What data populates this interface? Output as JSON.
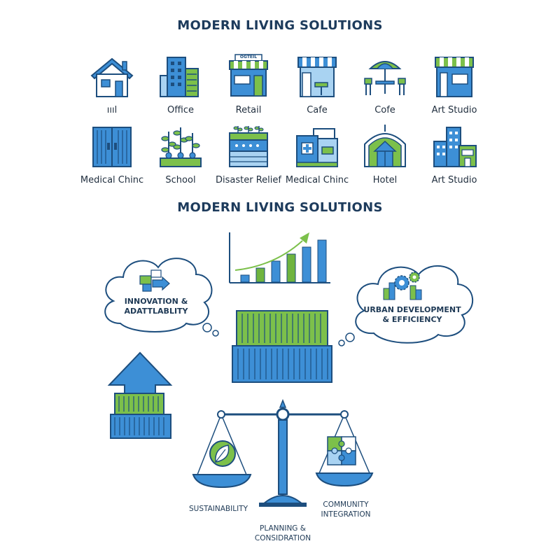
{
  "top_title": "MODERN LIVING SOLUTIONS",
  "bottom_title": "MODERN LIVING SOLUTIONS",
  "row1": [
    {
      "label": "ıııl",
      "icon": "house-icon"
    },
    {
      "label": "Office",
      "icon": "office-building-icon"
    },
    {
      "label": "Retail",
      "icon": "retail-store-icon",
      "sign": "OGTEIL"
    },
    {
      "label": "Cafe",
      "icon": "cafe-storefront-icon"
    },
    {
      "label": "Cofe",
      "icon": "patio-umbrella-icon"
    },
    {
      "label": "Art Studio",
      "icon": "art-studio-icon"
    }
  ],
  "row2": [
    {
      "label": "Medical Chinc",
      "icon": "container-icon"
    },
    {
      "label": "School",
      "icon": "plants-icon"
    },
    {
      "label": "Disaster Relief",
      "icon": "garden-container-icon"
    },
    {
      "label": "Medical Chinc",
      "icon": "clinic-icon"
    },
    {
      "label": "Hotel",
      "icon": "greenhouse-icon"
    },
    {
      "label": "Art Studio",
      "icon": "city-buildings-icon"
    }
  ],
  "clouds": {
    "left_line1": "INNOVATION &",
    "left_line2": "ADATTLABLITY",
    "right_line1": "URBAN DEVELOPMENT",
    "right_line2": "& EFFICIENCY"
  },
  "scale": {
    "left": "SUSTAINABILITY",
    "right_line1": "COMMUNITY",
    "right_line2": "INTEGRATION",
    "base_line1": "PLANNING &",
    "base_line2": "CONSIDRATION"
  },
  "growth_chart": {
    "type": "bar",
    "values": [
      1,
      2,
      3,
      4,
      5,
      6
    ],
    "colors": [
      "#3d8fd6",
      "#6fb43f",
      "#3d8fd6",
      "#6fb43f",
      "#3d8fd6",
      "#3d8fd6"
    ]
  },
  "colors": {
    "blue": "#3d8fd6",
    "dark_blue": "#1d4e7e",
    "green": "#7cc04b",
    "light_blue": "#a9d3f2",
    "navy_text": "#1d3b5c"
  }
}
